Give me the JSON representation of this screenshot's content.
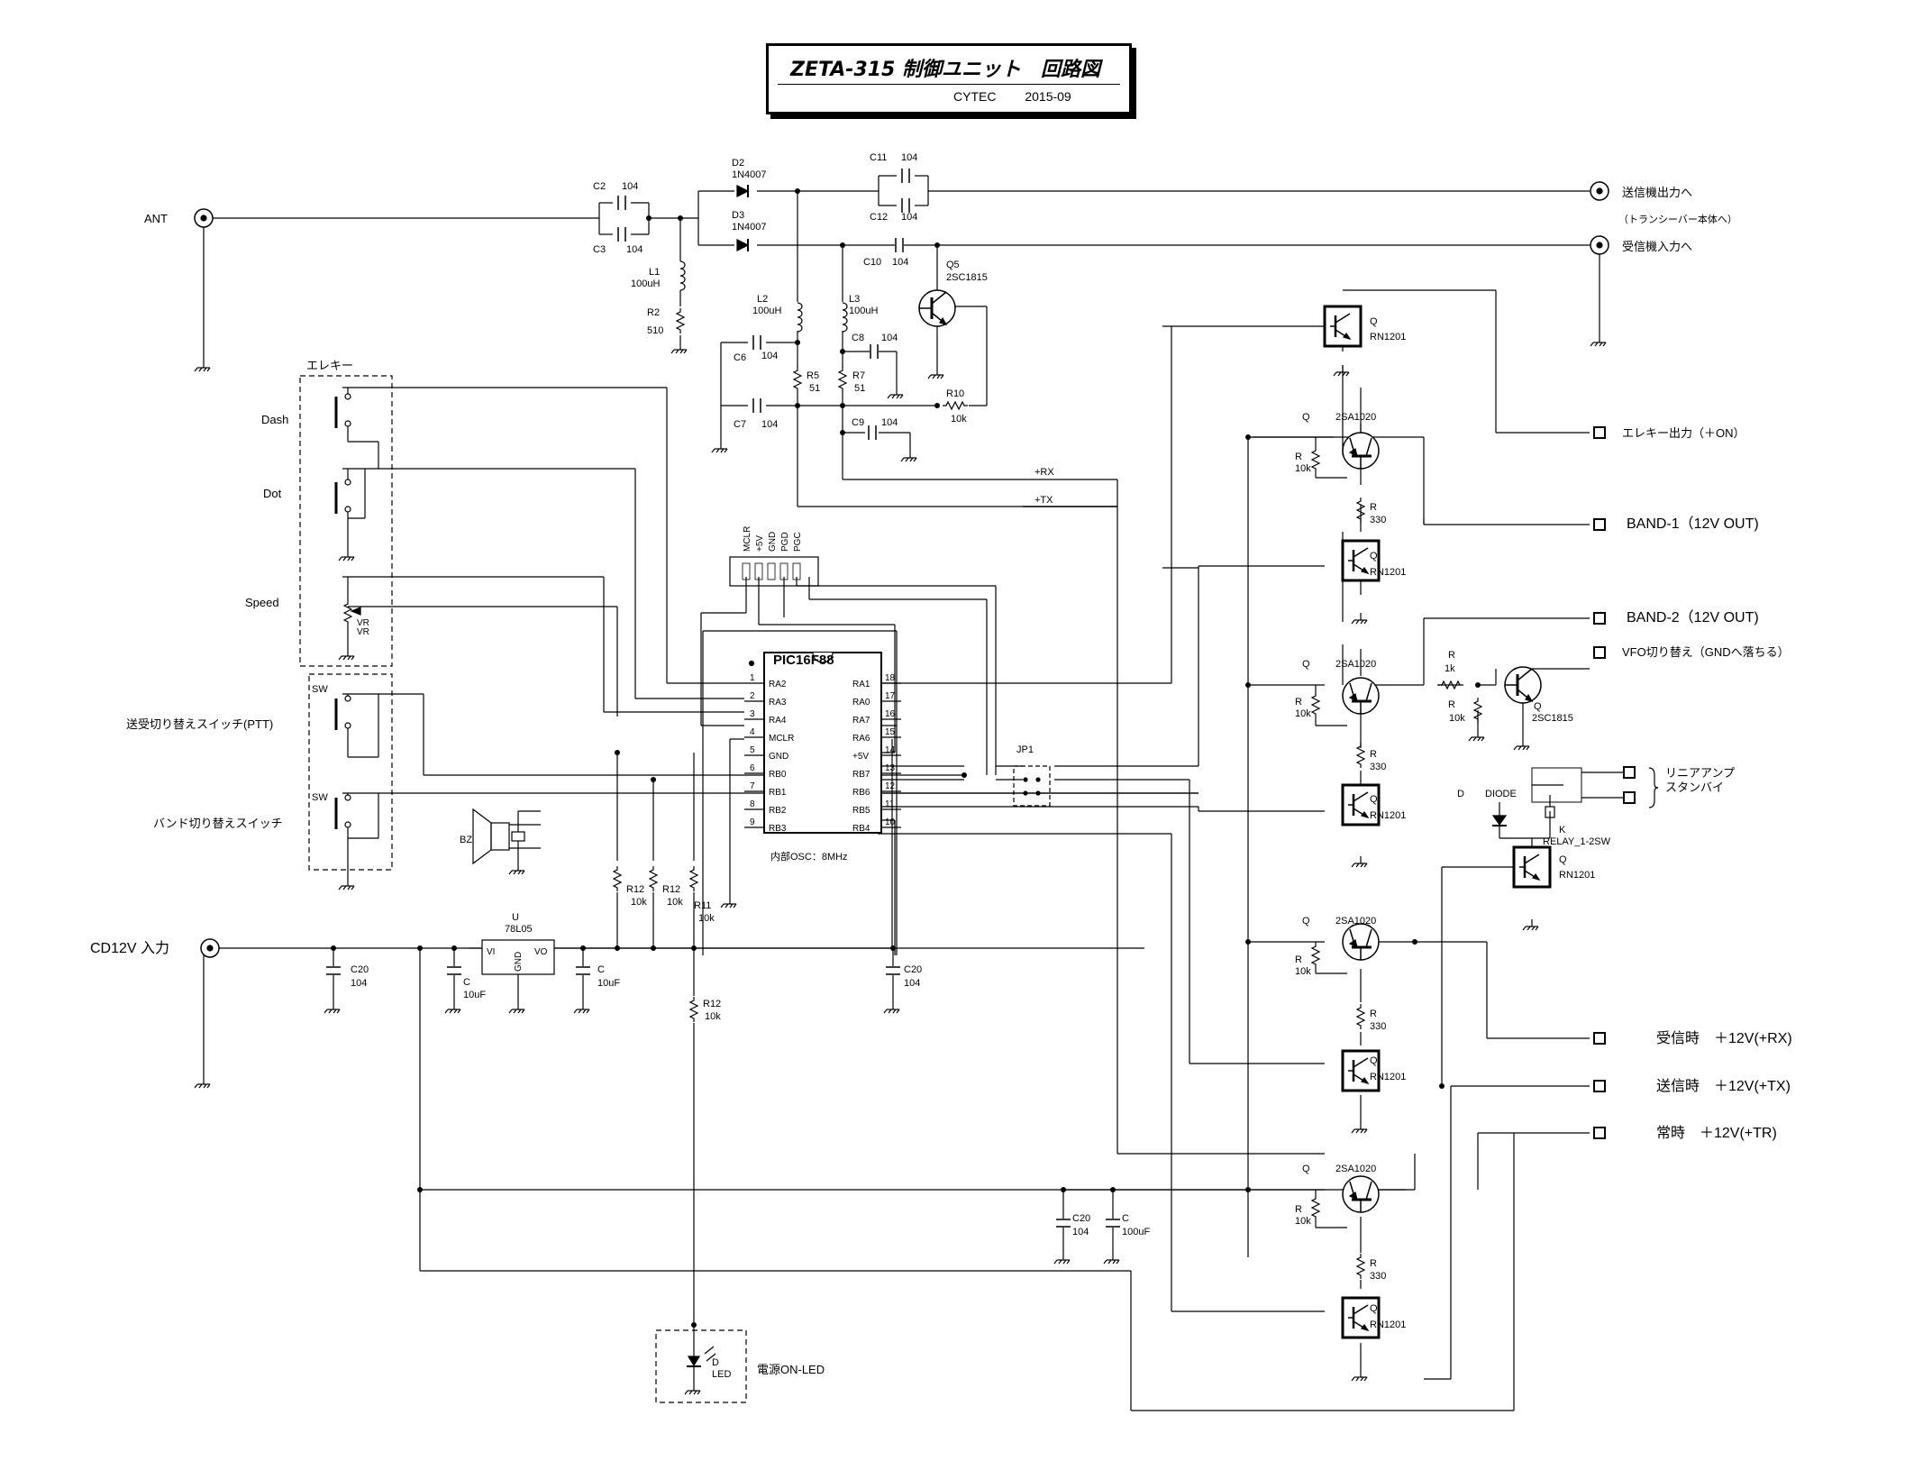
{
  "title": {
    "main": "ZETA-315 制御ユニット　回路図",
    "company": "CYTEC",
    "date": "2015-09"
  },
  "ports": {
    "ant": "ANT",
    "tx_out": "送信機出力へ",
    "tx_out_note": "（トランシーバー本体へ）",
    "rx_in": "受信機入力へ",
    "key_out": "エレキー出力（＋ON）",
    "band1": "BAND-1（12V OUT)",
    "band2": "BAND-2（12V OUT)",
    "vfo": "VFO切り替え（GNDへ落ちる）",
    "linear1": "リニアアンプ",
    "linear2": "スタンバイ",
    "rx12": "受信時　＋12V(+RX)",
    "tx12": "送信時　＋12V(+TX)",
    "tr12": "常時　＋12V(+TR)",
    "dc_in": "CD12V 入力"
  },
  "switches": {
    "elekey": "エレキー",
    "dash": "Dash",
    "dot": "Dot",
    "speed": "Speed",
    "ptt": "送受切り替えスイッチ(PTT)",
    "band": "バンド切り替えスイッチ",
    "sw": "SW"
  },
  "mcu": {
    "name": "PIC16F88",
    "osc": "内部OSC：8MHz",
    "left_pins": [
      {
        "n": "1",
        "name": "RA2"
      },
      {
        "n": "2",
        "name": "RA3"
      },
      {
        "n": "3",
        "name": "RA4"
      },
      {
        "n": "4",
        "name": "MCLR"
      },
      {
        "n": "5",
        "name": "GND"
      },
      {
        "n": "6",
        "name": "RB0"
      },
      {
        "n": "7",
        "name": "RB1"
      },
      {
        "n": "8",
        "name": "RB2"
      },
      {
        "n": "9",
        "name": "RB3"
      }
    ],
    "right_pins": [
      {
        "n": "18",
        "name": "RA1"
      },
      {
        "n": "17",
        "name": "RA0"
      },
      {
        "n": "16",
        "name": "RA7"
      },
      {
        "n": "15",
        "name": "RA6"
      },
      {
        "n": "14",
        "name": "+5V"
      },
      {
        "n": "13",
        "name": "RB7"
      },
      {
        "n": "12",
        "name": "RB6"
      },
      {
        "n": "11",
        "name": "RB5"
      },
      {
        "n": "10",
        "name": "RB4"
      }
    ],
    "header_pins": [
      "MCLR",
      "+5V",
      "GND",
      "PGD",
      "PGC"
    ],
    "jumper": "JP1"
  },
  "components": {
    "c2": "C2",
    "c3": "C3",
    "c104": "104",
    "d2": "D2",
    "d3": "D3",
    "d_type": "1N4007",
    "c11": "C11",
    "c12": "C12",
    "c10": "C10",
    "l1": "L1",
    "l2": "L2",
    "l3": "L3",
    "l_val": "100uH",
    "r2": "R2",
    "r2v": "510",
    "c6": "C6",
    "c7": "C7",
    "c8": "C8",
    "c9": "C9",
    "r5": "R5",
    "r7": "R7",
    "r51": "51",
    "r10": "R10",
    "r10k": "10k",
    "q5": "Q5",
    "q5t": "2SC1815",
    "q": "Q",
    "rn1201": "RN1201",
    "sa1020": "2SA1020",
    "r": "R",
    "r330": "330",
    "r1k": "1k",
    "d": "D",
    "diode": "DIODE",
    "k": "K",
    "relay": "RELAY_1-2SW",
    "bz": "BZ",
    "r12": "R12",
    "r11": "R11",
    "u": "U",
    "u_type": "78L05",
    "vi": "VI",
    "vo": "VO",
    "gnd": "GND",
    "c": "C",
    "c20": "C20",
    "c10u": "10uF",
    "c100u": "100uF",
    "vr": "VR",
    "rx_net": "+RX",
    "tx_net": "+TX",
    "led": "LED",
    "led_label": "電源ON-LED"
  }
}
